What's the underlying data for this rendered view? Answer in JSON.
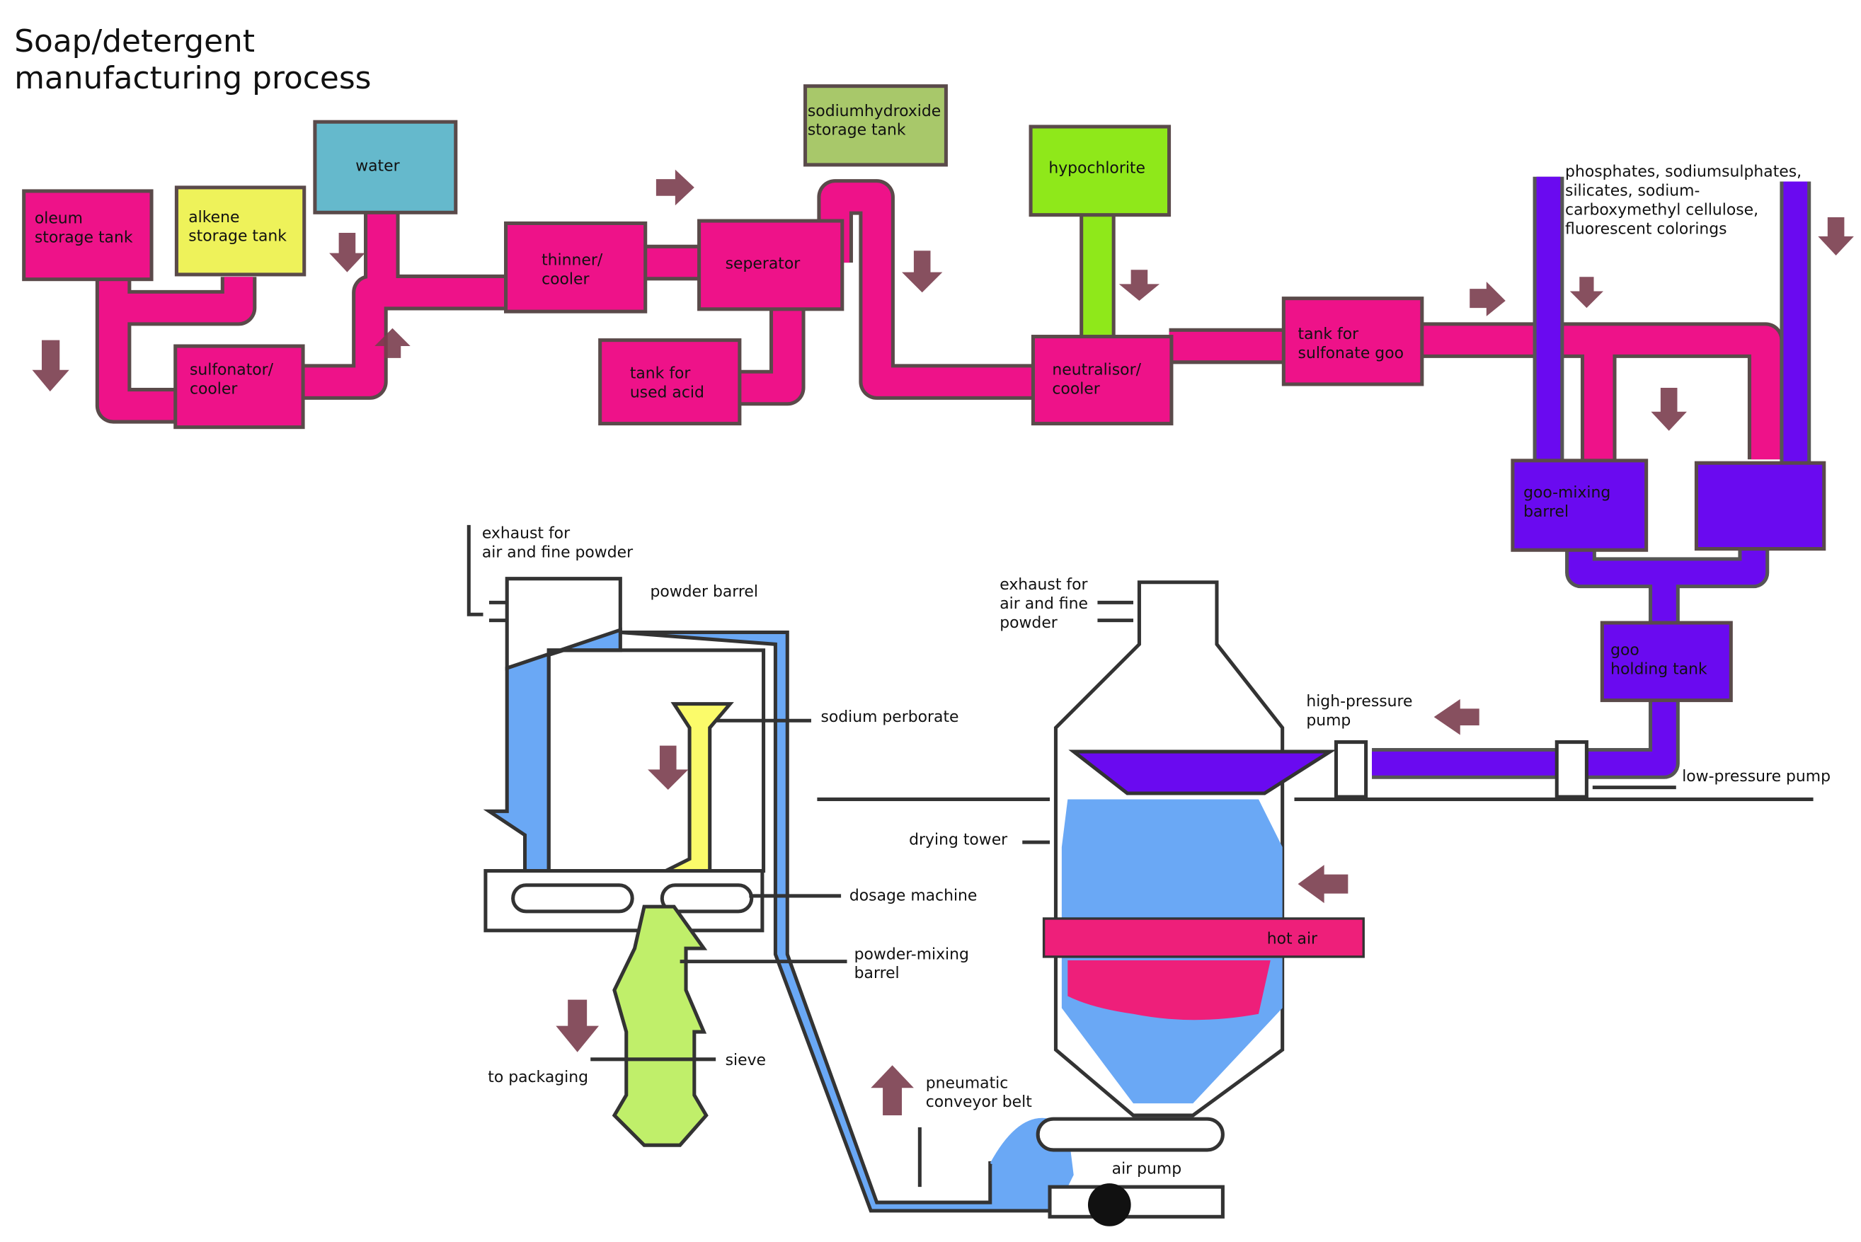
{
  "title": [
    "Soap/detergent",
    "manufacturing process"
  ],
  "colors": {
    "pink": "#ee1289",
    "purple": "#6a0af0",
    "blue": "#6aa8f5",
    "lime": "#8fe81a",
    "alkene": "#eef25a",
    "water": "#65b9cc",
    "naoh": "#a8c86a",
    "powder_green": "#c0ef6a",
    "perborate": "#fbfb6a",
    "arrow": "#7a3d4e"
  },
  "boxes": {
    "oleum": [
      "oleum",
      "storage tank"
    ],
    "alkene": [
      "alkene",
      "storage tank"
    ],
    "water": [
      "water"
    ],
    "sulfonator": [
      "sulfonator/",
      "cooler"
    ],
    "thinner": [
      "thinner/",
      "cooler"
    ],
    "separator": [
      "seperator"
    ],
    "used_acid": [
      "tank for",
      "used acid"
    ],
    "naoh": [
      "sodiumhydroxide",
      "storage tank"
    ],
    "hypochlorite": [
      "hypochlorite"
    ],
    "neutraliser": [
      "neutralisor/",
      "cooler"
    ],
    "sulfonate_goo": [
      "tank for",
      "sulfonate goo"
    ],
    "goo_mixing": [
      "goo-mixing",
      "barrel"
    ],
    "goo_holding": [
      "goo",
      "holding tank"
    ]
  },
  "additives": [
    "phosphates, sodiumsulphates,",
    "silicates, sodium-",
    "carboxymethyl cellulose,",
    "fluorescent colorings"
  ],
  "labels": {
    "exhaust_left": [
      "exhaust for",
      "air and fine powder"
    ],
    "powder_barrel": "powder barrel",
    "sodium_perborate": "sodium perborate",
    "dosage_machine": "dosage machine",
    "powder_mixing": [
      "powder-mixing",
      "barrel"
    ],
    "sieve": "sieve",
    "to_packaging": "to packaging",
    "pneumatic": [
      "pneumatic",
      "conveyor belt"
    ],
    "exhaust_right": [
      "exhaust for",
      "air and fine",
      "powder"
    ],
    "drying_tower": "drying tower",
    "high_pressure": [
      "high-pressure",
      "pump"
    ],
    "low_pressure": "low-pressure pump",
    "hot_air": "hot air",
    "air_pump": "air pump"
  }
}
